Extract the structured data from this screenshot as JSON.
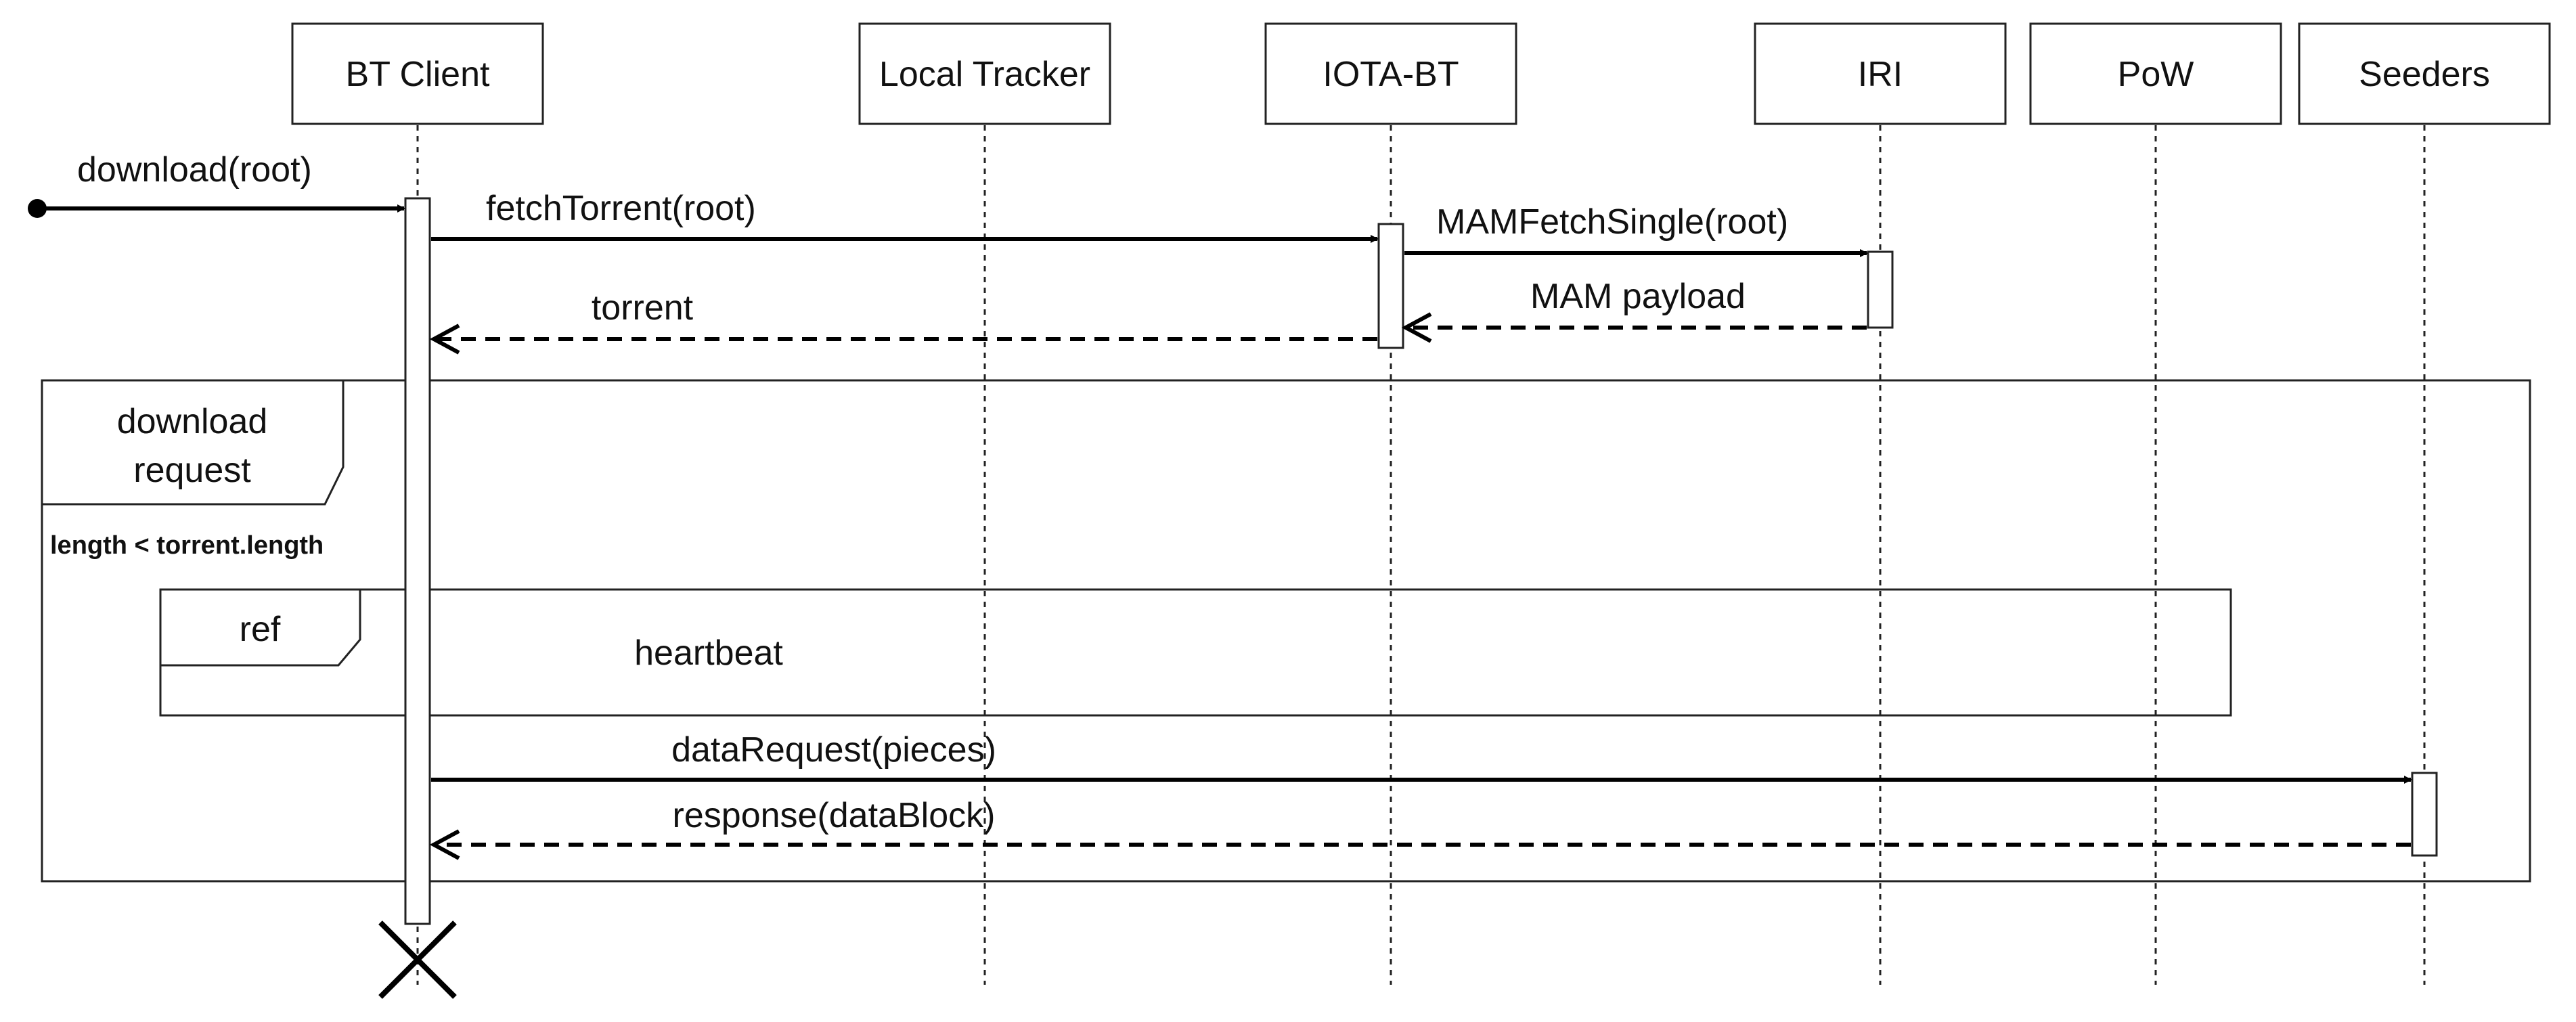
{
  "participants": {
    "bt_client": "BT Client",
    "local_tracker": "Local Tracker",
    "iota_bt": "IOTA-BT",
    "iri": "IRI",
    "pow": "PoW",
    "seeders": "Seeders"
  },
  "messages": {
    "download": "download(root)",
    "fetch_torrent": "fetchTorrent(root)",
    "mam_fetch": "MAMFetchSingle(root)",
    "mam_payload": "MAM payload",
    "torrent": "torrent",
    "data_request": "dataRequest(pieces)",
    "response": "response(dataBlock)"
  },
  "fragments": {
    "loop_label_line1": "download",
    "loop_label_line2": "request",
    "loop_guard": "length < torrent.length",
    "ref_label": "ref",
    "ref_text": "heartbeat"
  }
}
